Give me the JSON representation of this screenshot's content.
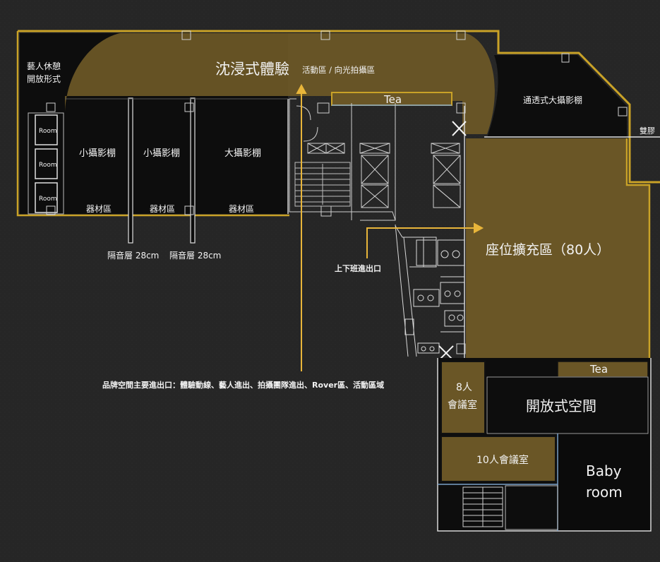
{
  "zones": {
    "immersive": "沈浸式體驗",
    "immersive_sub": "活動區 / 向光拍攝區",
    "artist_lounge_1": "藝人休憩",
    "artist_lounge_2": "開放形式",
    "room_1": "Room",
    "room_2": "Room",
    "room_3": "Room",
    "small_studio_1": "小攝影棚",
    "small_studio_2": "小攝影棚",
    "large_studio": "大攝影棚",
    "equipment_1": "器材區",
    "equipment_2": "器材區",
    "equipment_3": "器材區",
    "soundproof_1": "隔音層 28cm",
    "soundproof_2": "隔音層 28cm",
    "tea_top": "Tea",
    "transparent_studio": "通透式大攝影棚",
    "double_side": "雙膠",
    "seating": "座位擴充區（80人）",
    "commute_exit": "上下班進出口",
    "main_entrance": "品牌空間主要進出口：體驗動線、藝人進出、拍攝團隊進出、Rover區、活動區域",
    "meeting_8_1": "8人",
    "meeting_8_2": "會議室",
    "tea_right": "Tea",
    "open_space": "開放式空間",
    "meeting_10": "10人會議室",
    "baby_1": "Baby",
    "baby_2": "room"
  },
  "colors": {
    "background": "#262626",
    "gold": "#c9a227",
    "gold_fill": "#6a5626",
    "dark_room": "#0d0d0d",
    "line": "#d9d9d9",
    "arrow": "#e8b53a"
  }
}
